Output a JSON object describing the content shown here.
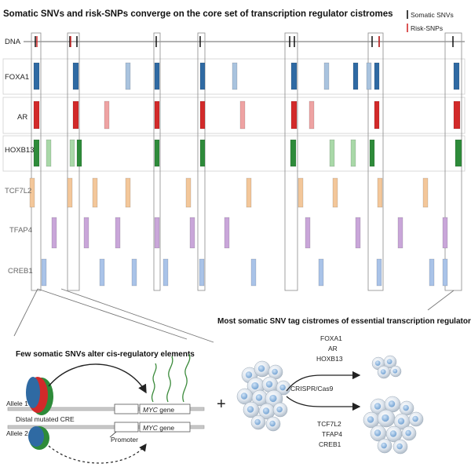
{
  "title": "Somatic SNVs and risk-SNPs converge on the core set of transcription regulator cistromes",
  "legend": {
    "somatic": "Somatic SNVs",
    "risk": "Risk-SNPs",
    "somatic_color": "#111111",
    "risk_color": "#d22a2a"
  },
  "tracks": [
    {
      "label": "DNA"
    },
    {
      "label": "FOXA1",
      "strong": "#2f6aa3",
      "light": "#a9c3de"
    },
    {
      "label": "AR",
      "strong": "#d22a2a",
      "light": "#eea3a3"
    },
    {
      "label": "HOXB13",
      "strong": "#2e8b3a",
      "light": "#a9d8a8"
    },
    {
      "label": "TCF7L2",
      "strong": "#f3c79a",
      "light": "#f3c79a"
    },
    {
      "label": "TFAP4",
      "strong": "#c9a6d9",
      "light": "#c9a6d9"
    },
    {
      "label": "CREB1",
      "strong": "#a9c3e8",
      "light": "#a9c3e8"
    }
  ],
  "middle_heading": "Most somatic SNV tag cistromes of essential transcription regulators",
  "left_heading": "Few somatic SNVs alter cis-regulatory elements",
  "cre": {
    "allele1": "Allele 1",
    "allele2": "Allele 2",
    "distal": "Distal mutated CRE",
    "promoter": "Promoter",
    "gene": "MYC",
    "gene_suffix": " gene"
  },
  "crispr": {
    "group1": [
      "FOXA1",
      "AR",
      "HOXB13"
    ],
    "method": "CRISPR/Cas9",
    "group2": [
      "TCF7L2",
      "TFAP4",
      "CREB1"
    ],
    "plus": "+"
  }
}
